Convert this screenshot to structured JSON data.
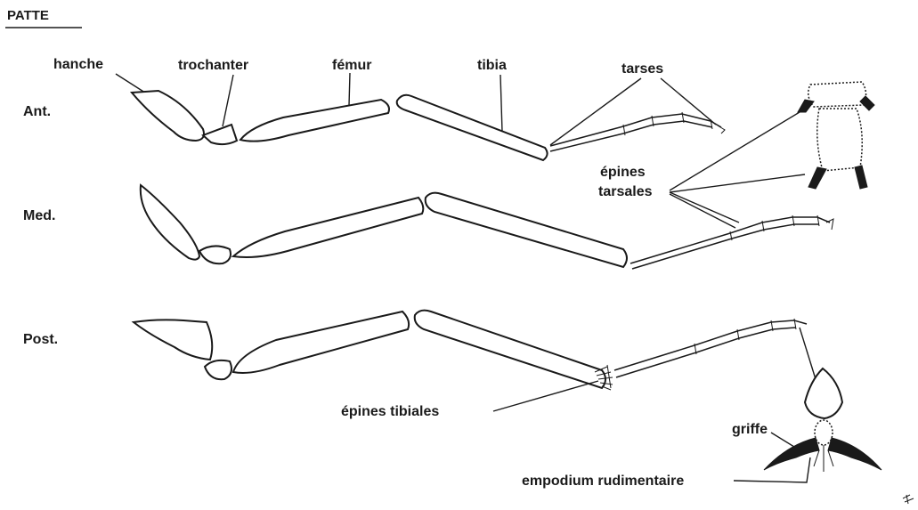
{
  "title": "PATTE",
  "row_labels": {
    "anterior": "Ant.",
    "median": "Med.",
    "posterior": "Post."
  },
  "segment_labels": {
    "hanche": "hanche",
    "trochanter": "trochanter",
    "femur": "fémur",
    "tibia": "tibia",
    "tarses": "tarses"
  },
  "callouts": {
    "epines_tarsales_line1": "épines",
    "epines_tarsales_line2": "tarsales",
    "epines_tibiales": "épines tibiales",
    "griffe": "griffe",
    "empodium": "empodium rudimentaire"
  }
}
